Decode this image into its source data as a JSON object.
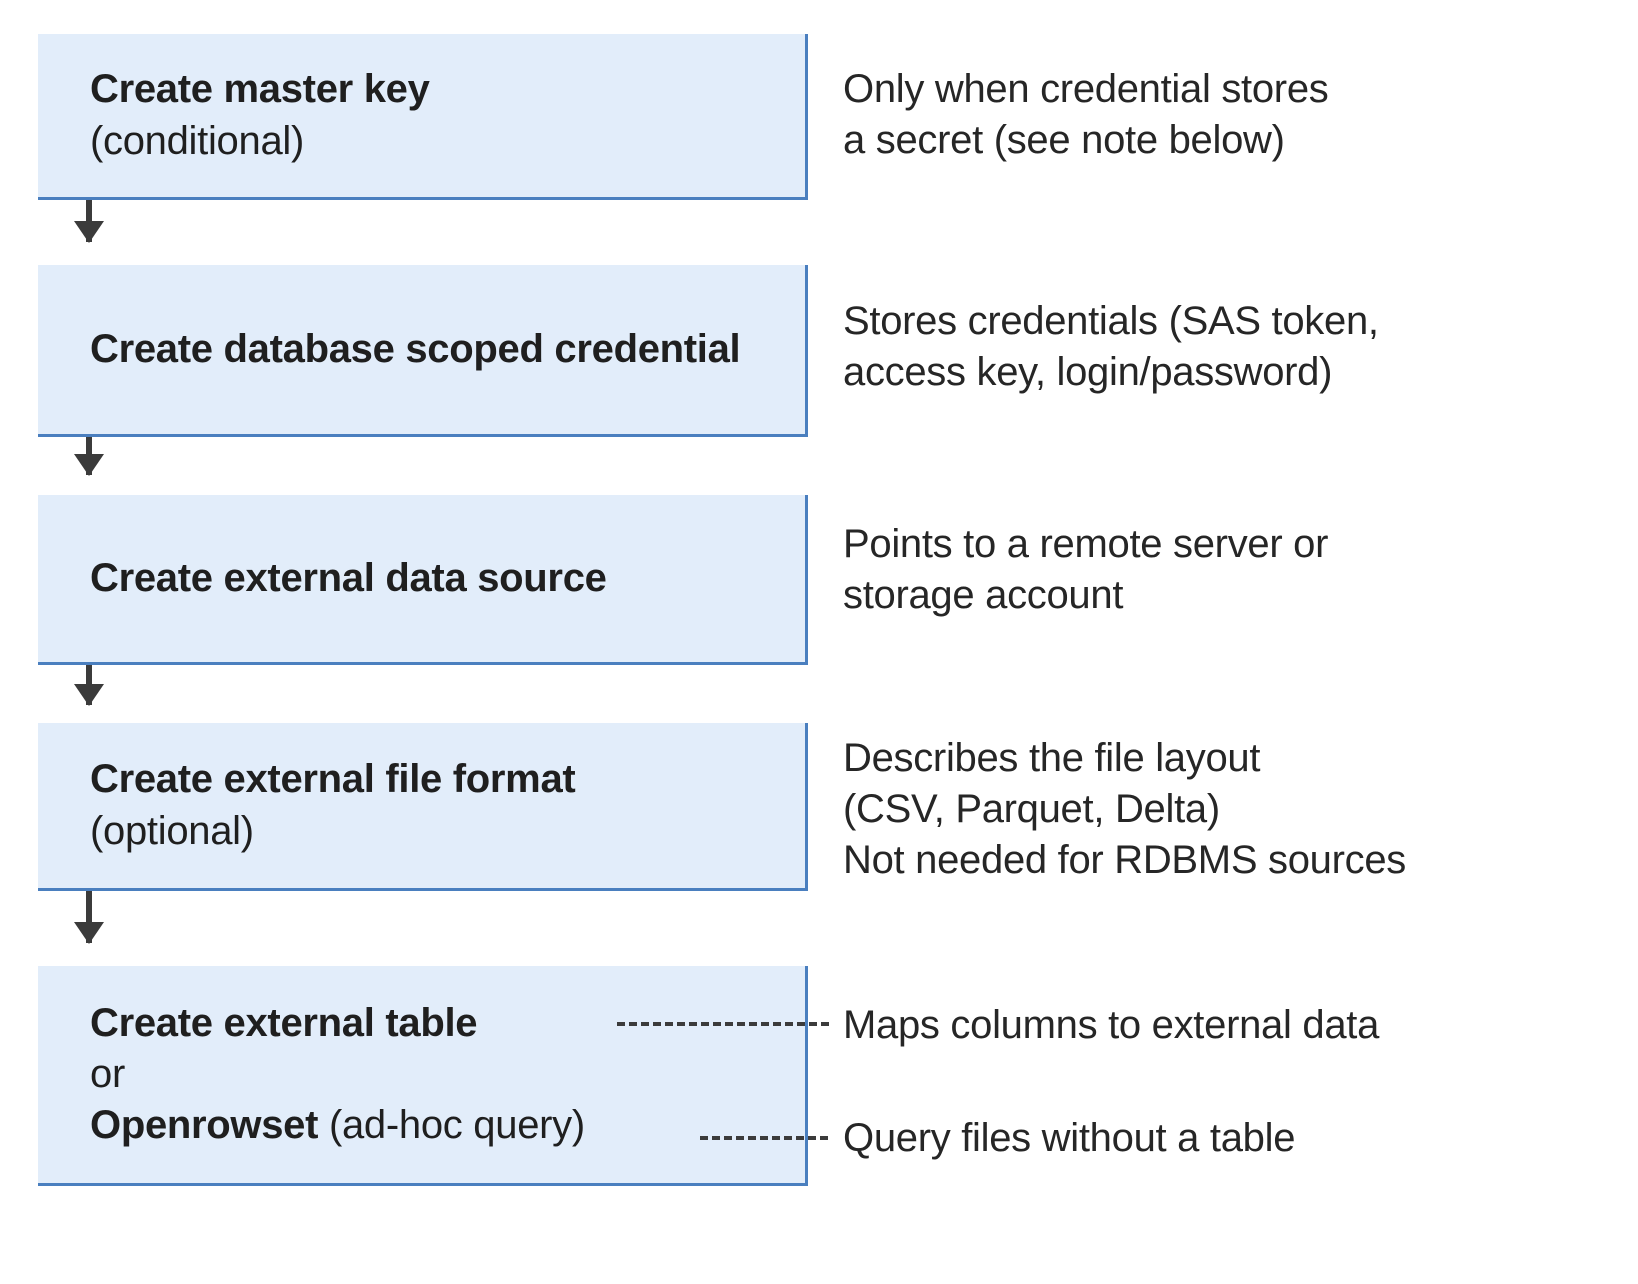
{
  "diagram": {
    "type": "flowchart",
    "orientation": "vertical",
    "colors": {
      "box_fill": "#e2edfa",
      "box_border": "#4a7fbf",
      "text": "#262626",
      "arrow": "#3b3b3b"
    },
    "steps": [
      {
        "id": "create-master-key",
        "title": "Create master key",
        "subtitle": "(conditional)",
        "note": "Only when credential stores\na secret (see note below)"
      },
      {
        "id": "create-database-scoped-credential",
        "title": "Create database scoped credential",
        "subtitle": "",
        "note": "Stores credentials (SAS token,\naccess key, login/password)"
      },
      {
        "id": "create-external-data-source",
        "title": "Create external data source",
        "subtitle": "",
        "note": "Points to a remote server or\nstorage account"
      },
      {
        "id": "create-external-file-format",
        "title": "Create external file format",
        "subtitle": "(optional)",
        "note": "Describes the file layout\n(CSV, Parquet, Delta)\nNot needed for RDBMS sources"
      }
    ],
    "final_step": {
      "id": "create-external-table-or-openrowset",
      "title": "Create external table",
      "or_label": "or",
      "alt_title": "Openrowset",
      "alt_suffix": " (ad-hoc query)",
      "note_table": "Maps columns to external data",
      "note_openrowset": "Query files without a table"
    }
  }
}
